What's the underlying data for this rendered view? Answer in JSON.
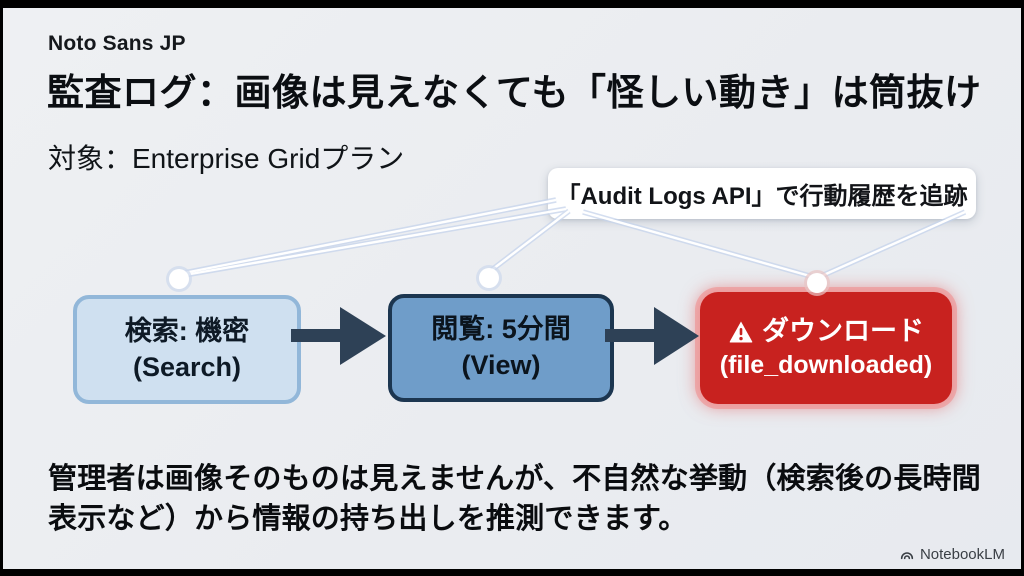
{
  "slide": {
    "font_label": "Noto Sans JP",
    "title": "監査ログ：画像は見えなくても「怪しい動き」は筒抜け",
    "subtitle": "対象：Enterprise Gridプラン",
    "callout": "「Audit Logs API」で行動履歴を追跡",
    "flow": {
      "steps": [
        {
          "id": "search",
          "line1": "検索: 機密",
          "line2": "(Search)"
        },
        {
          "id": "view",
          "line1": "閲覧: 5分間",
          "line2": "(View)"
        },
        {
          "id": "download-alert",
          "icon": "warning-icon",
          "line1": "ダウンロード",
          "line2": "(file_downloaded)"
        }
      ]
    },
    "body_text": "管理者は画像そのものは見えませんが、不自然な挙動（検索後の長時間表示など）から情報の持ち出しを推測できます。",
    "watermark": "NotebookLM",
    "colors": {
      "background": "#edeff2",
      "frame": "#000000",
      "step_search_fill": "#cfe0f0",
      "step_search_border": "#92b7d9",
      "step_view_fill": "#6f9dc9",
      "step_view_border": "#1c3650",
      "step_alert_fill": "#c8221f",
      "step_alert_glow": "#f08a8a",
      "arrow": "#2e4156",
      "connector": "#ffffff",
      "text_dark": "#0b0e12",
      "text_light": "#ffffff"
    }
  }
}
